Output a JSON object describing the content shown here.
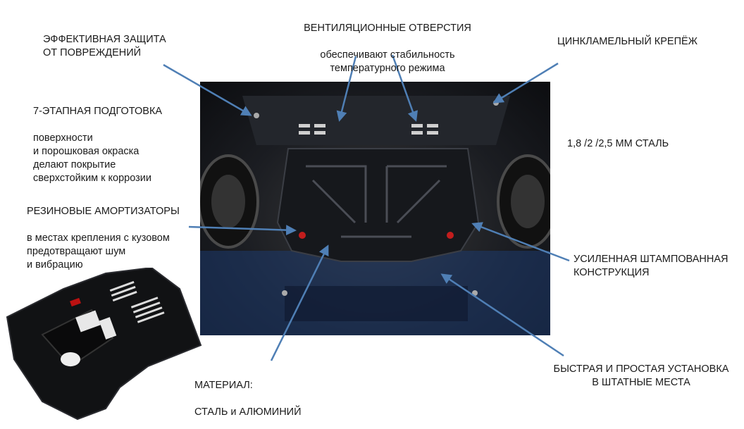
{
  "labels": {
    "effective_protection": "ЭФФЕКТИВНАЯ ЗАЩИТА\nОТ ПОВРЕЖДЕНИЙ",
    "prep_title": "7-ЭТАПНАЯ ПОДГОТОВКА",
    "prep_text": "поверхности\nи порошковая окраска\nделают покрытие\nсверхстойким к коррозии",
    "vent_title": "ВЕНТИЛЯЦИОННЫЕ ОТВЕРСТИЯ",
    "vent_text": "обеспечивают стабильность\nтемпературного режима",
    "fasteners": "ЦИНКЛАМЕЛЬНЫЙ КРЕПЁЖ",
    "steel": "1,8 /2 /2,5 ММ СТАЛЬ",
    "dampers_title": "РЕЗИНОВЫЕ АМОРТИЗАТОРЫ",
    "dampers_text": "в местах крепления с кузовом\nпредотвращают шум\nи вибрацию",
    "reinforced": "УСИЛЕННАЯ ШТАМПОВАННАЯ\nКОНСТРУКЦИЯ",
    "material_title": "МАТЕРИАЛ:",
    "material_text": "СТАЛЬ и АЛЮМИНИЙ",
    "install": "БЫСТРАЯ И ПРОСТАЯ УСТАНОВКА\nВ ШТАТНЫЕ МЕСТА"
  },
  "colors": {
    "arrow": "#4f7fb5",
    "text": "#1a1a1a",
    "plate": "#16181c"
  }
}
